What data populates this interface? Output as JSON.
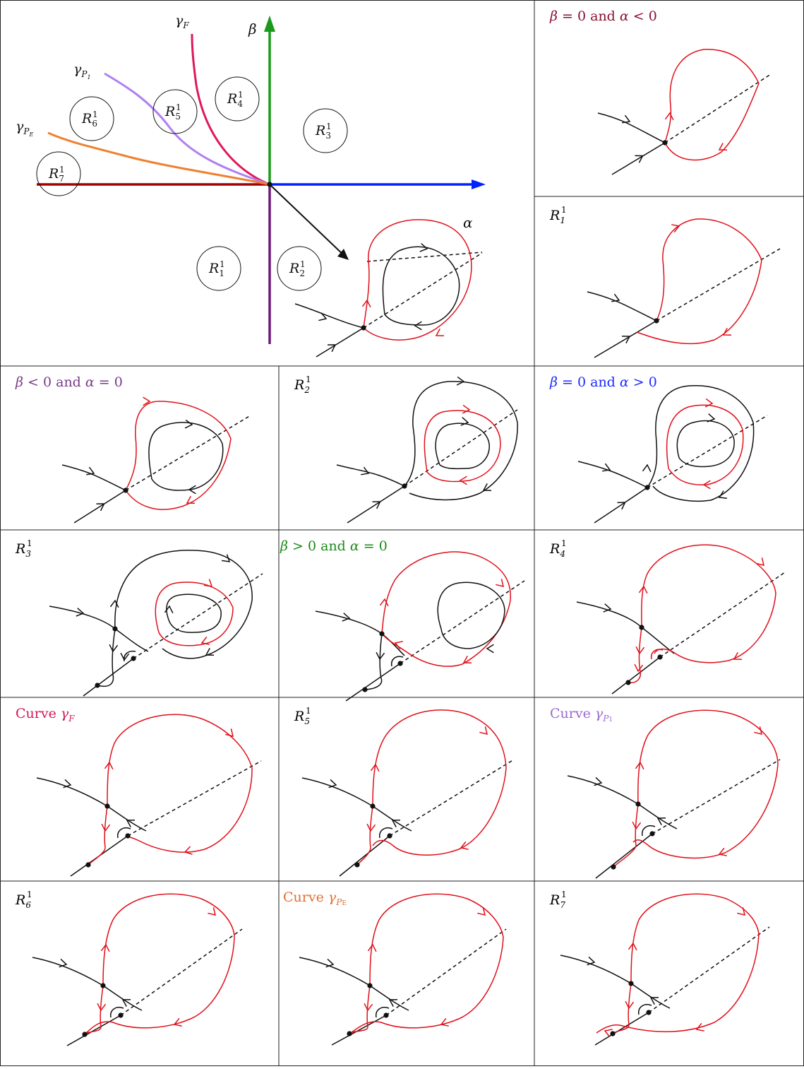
{
  "colors": {
    "red": "#e0101a",
    "black": "#111111",
    "dark_red": "#a00000",
    "blue": "#0022ff",
    "green": "#1a9a1a",
    "purple": "#6a1a7a",
    "crimson": "#e0185a",
    "lavender": "#b080f0",
    "orange": "#f08030",
    "maroon_label": "#8a1030",
    "purple_label": "#7a3a8a",
    "blue_label": "#1a2aff",
    "green_label": "#1a8a1a",
    "crimson_label": "#d0185a",
    "lavender_label": "#9a6ad0",
    "orange_label": "#e07030"
  },
  "bifurcation": {
    "beta_axis": "β",
    "alpha_axis": "α",
    "curve_F": {
      "base": "γ",
      "sub": "F"
    },
    "curve_P1": {
      "base": "γ",
      "sub": "P",
      "subsub": "1"
    },
    "curve_PE": {
      "base": "γ",
      "sub": "P",
      "subsub": "E"
    },
    "regions": [
      {
        "id": "R1",
        "base": "R",
        "sub": "1",
        "sup": "1"
      },
      {
        "id": "R2",
        "base": "R",
        "sub": "2",
        "sup": "1"
      },
      {
        "id": "R3",
        "base": "R",
        "sub": "3",
        "sup": "1"
      },
      {
        "id": "R4",
        "base": "R",
        "sub": "4",
        "sup": "1"
      },
      {
        "id": "R5",
        "base": "R",
        "sub": "5",
        "sup": "1"
      },
      {
        "id": "R6",
        "base": "R",
        "sub": "6",
        "sup": "1"
      },
      {
        "id": "R7",
        "base": "R",
        "sub": "7",
        "sup": "1"
      }
    ]
  },
  "panels": [
    {
      "id": "beta0_alphaneg",
      "label_parts": [
        "β",
        " = 0 and ",
        "α",
        " < 0"
      ],
      "color": "maroon_label"
    },
    {
      "id": "R1",
      "label_region": {
        "base": "R",
        "sub": "1",
        "sup": "1"
      }
    },
    {
      "id": "betaneg_alpha0",
      "label_parts": [
        "β",
        " < 0 and ",
        "α",
        " = 0"
      ],
      "color": "purple_label"
    },
    {
      "id": "R2",
      "label_region": {
        "base": "R",
        "sub": "2",
        "sup": "1"
      }
    },
    {
      "id": "beta0_alphapos",
      "label_parts": [
        "β",
        " = 0 and ",
        "α",
        " > 0"
      ],
      "color": "blue_label"
    },
    {
      "id": "R3",
      "label_region": {
        "base": "R",
        "sub": "3",
        "sup": "1"
      }
    },
    {
      "id": "betapos_alpha0",
      "label_parts": [
        "β",
        " > 0 and ",
        "α",
        " = 0"
      ],
      "color": "green_label"
    },
    {
      "id": "R4",
      "label_region": {
        "base": "R",
        "sub": "4",
        "sup": "1"
      }
    },
    {
      "id": "curveF",
      "label_curve": {
        "word": "Curve ",
        "base": "γ",
        "sub": "F"
      },
      "color": "crimson_label"
    },
    {
      "id": "R5",
      "label_region": {
        "base": "R",
        "sub": "5",
        "sup": "1"
      }
    },
    {
      "id": "curveP1",
      "label_curve": {
        "word": "Curve ",
        "base": "γ",
        "sub": "P",
        "subsub": "1"
      },
      "color": "lavender_label"
    },
    {
      "id": "R6",
      "label_region": {
        "base": "R",
        "sub": "6",
        "sup": "1"
      }
    },
    {
      "id": "curvePE",
      "label_curve": {
        "word": "Curve ",
        "base": "γ",
        "sub": "P",
        "subsub": "E"
      },
      "color": "orange_label"
    },
    {
      "id": "R7",
      "label_region": {
        "base": "R",
        "sub": "7",
        "sup": "1"
      }
    }
  ]
}
